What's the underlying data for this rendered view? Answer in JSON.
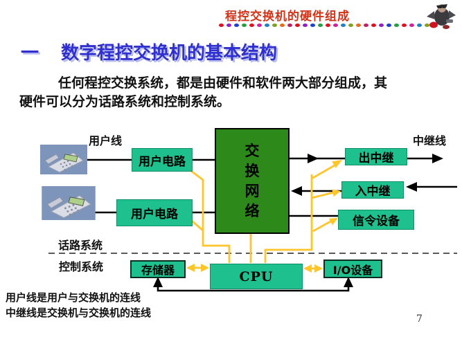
{
  "page": {
    "page_number": "7"
  },
  "header": {
    "title": "程控交换机的硬件组成",
    "title_color": "#d23318",
    "divider": {
      "count": 28,
      "colors": [
        "#e01020",
        "#9020c0",
        "#2040d0",
        "#20a040",
        "#e01020",
        "#d020a0",
        "#2080c0",
        "#80a020",
        "#e07020",
        "#c02060"
      ]
    }
  },
  "heading": {
    "number": "一",
    "text": "数字程控交换机的基本结构",
    "color": "#3030d0"
  },
  "intro": {
    "line1": "任何程控交换系统，都是由硬件和软件两大部分组成，其",
    "line2": "硬件可以分为话路系统和控制系统。"
  },
  "diagram": {
    "labels": {
      "subscriber_line": "用户线",
      "trunk_line": "中继线",
      "speech_path": "话路系统",
      "control": "控制系统"
    },
    "boxes": {
      "user_circuit_1": "用户电路",
      "user_circuit_2": "用户电路",
      "switching_network": "交换网络",
      "outgoing_trunk": "出中继",
      "incoming_trunk": "入中继",
      "signaling_equipment": "信令设备",
      "memory": "存储器",
      "cpu": "CPU",
      "io_device": "I/O设备"
    },
    "colors": {
      "box_teal": "#1ec08e",
      "network_green": "#2d8a1a",
      "signal_yellow": "#ffc52b",
      "line_black": "#000000"
    }
  },
  "footnotes": {
    "line1": "用户线是用户与交换机的连线",
    "line2": "中继线是交换机与交换机的连线"
  }
}
